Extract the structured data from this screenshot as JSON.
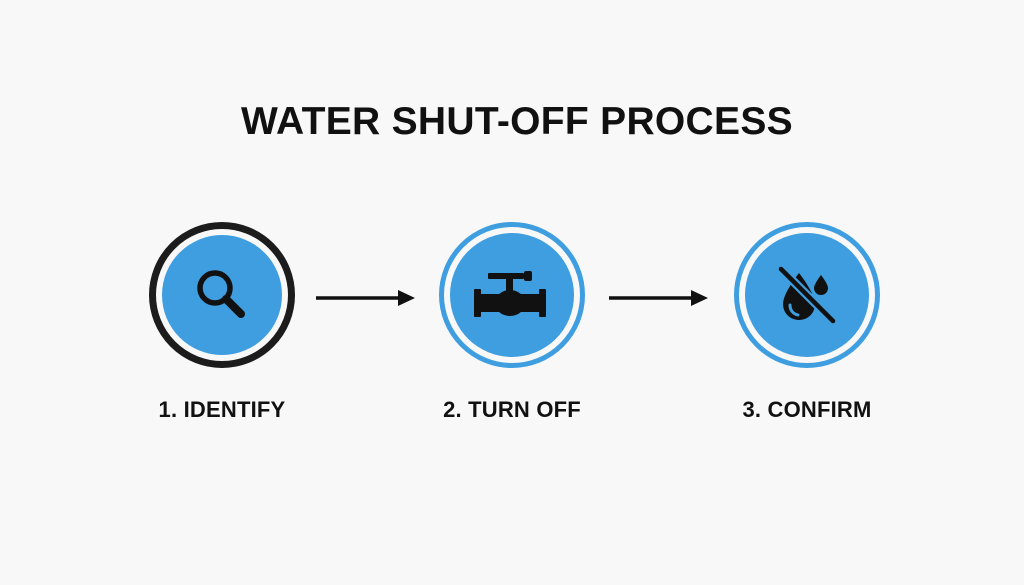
{
  "diagram": {
    "title": "WATER SHUT-OFF PROCESS",
    "colors": {
      "accent_blue": "#3f9ee0",
      "ring_dark": "#1c1c1c",
      "text": "#111111",
      "background": "#f8f8f8"
    },
    "steps": [
      {
        "label": "1. IDENTIFY",
        "icon": "magnifying-glass-icon"
      },
      {
        "label": "2. TURN OFF",
        "icon": "shut-off-valve-icon"
      },
      {
        "label": "3. CONFIRM",
        "icon": "no-water-drop-icon"
      }
    ],
    "connectors": [
      "arrow-right",
      "arrow-right"
    ]
  }
}
